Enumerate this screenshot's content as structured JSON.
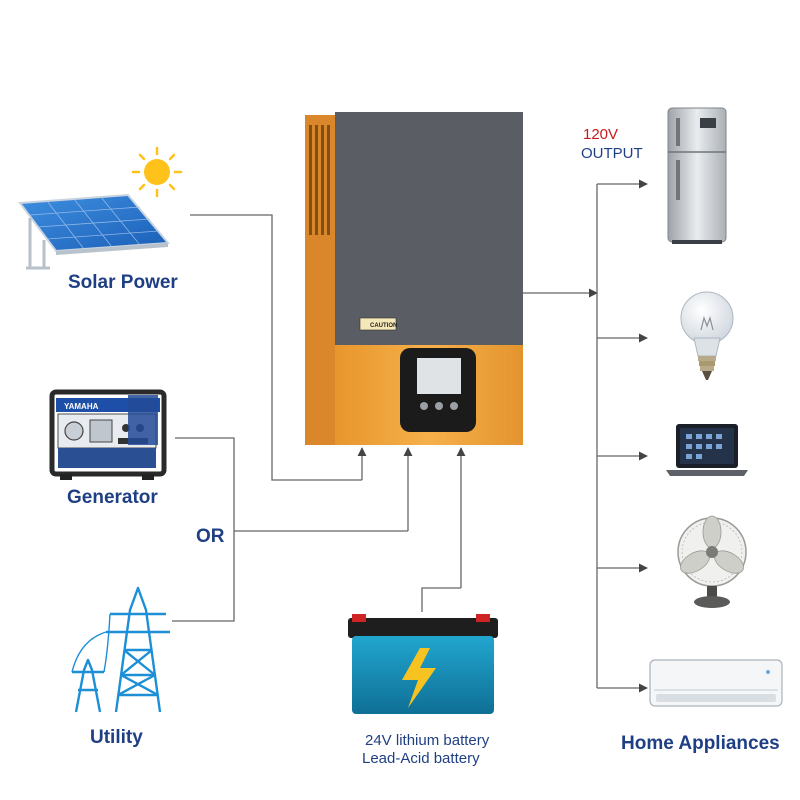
{
  "sources": {
    "solar": {
      "label": "Solar Power"
    },
    "generator": {
      "label": "Generator",
      "brand": "YAMAHA"
    },
    "utility": {
      "label": "Utility"
    },
    "or_label": "OR"
  },
  "battery": {
    "voltage": "24V",
    "line1_rest": " lithium battery",
    "line2": "Lead-Acid battery"
  },
  "output": {
    "voltage": "120V",
    "label": "OUTPUT"
  },
  "appliances": {
    "title": "Home Appliances",
    "items": [
      "refrigerator-icon",
      "light-bulb-icon",
      "laptop-icon",
      "fan-icon",
      "air-conditioner-icon"
    ]
  },
  "inverter": {
    "caution_label": "CAUTION"
  },
  "colors": {
    "label_blue": "#1f3f84",
    "accent_red": "#c8191e",
    "inverter_gray": "#5b5f66",
    "inverter_orange": "#f2a83c",
    "line_gray": "#666666"
  }
}
